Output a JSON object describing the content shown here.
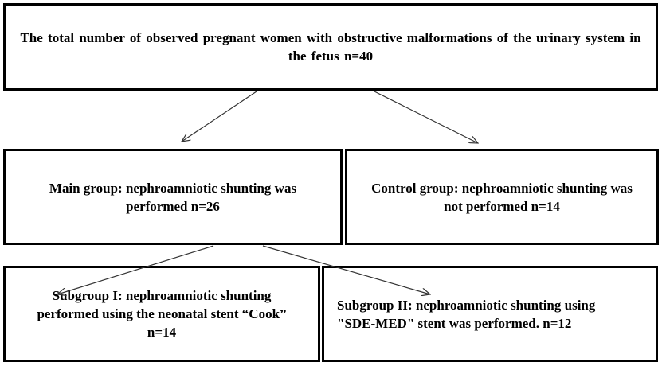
{
  "nodes": {
    "total": "The total number of observed pregnant women with obstructive malformations of the urinary system in the fetus n=40",
    "main_group": "Main group: nephroamniotic shunting was performed n=26",
    "control_group": "Control group: nephroamniotic shunting was not performed n=14",
    "subgroup_1": "Subgroup I: nephroamniotic shunting performed using the neonatal stent “Cook” n=14",
    "subgroup_2": "Subgroup II: nephroamniotic shunting using \"SDE-MED\" stent was performed. n=12"
  },
  "colors": {
    "border": "#000000",
    "arrow": "#333333",
    "background": "#ffffff"
  }
}
